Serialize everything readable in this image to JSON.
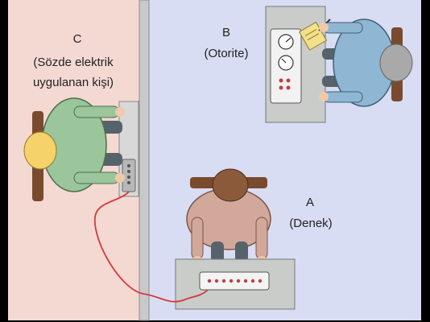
{
  "labels": {
    "c": {
      "letter": "C",
      "line1": "(Sözde elektrik",
      "line2": "uygulanan kişi)"
    },
    "b": {
      "letter": "B",
      "line1": "(Otorite)"
    },
    "a": {
      "letter": "A",
      "line1": "(Denek)"
    }
  },
  "colors": {
    "left_room": "#f4d9d3",
    "right_room": "#d9ddf3",
    "wall": "#c9c9c9",
    "desk": "#c9ccc9",
    "shirt_green": "#9bc59a",
    "shirt_blue": "#8fb7d3",
    "shirt_brown": "#d1a89a",
    "hair_blond": "#f5d26a",
    "hair_brown": "#8a5a3a",
    "hair_gray": "#a9a9a9",
    "wire": "#d63a3a"
  },
  "icons": [
    "meter-icon",
    "clipboard-icon",
    "shock-generator-icon"
  ]
}
